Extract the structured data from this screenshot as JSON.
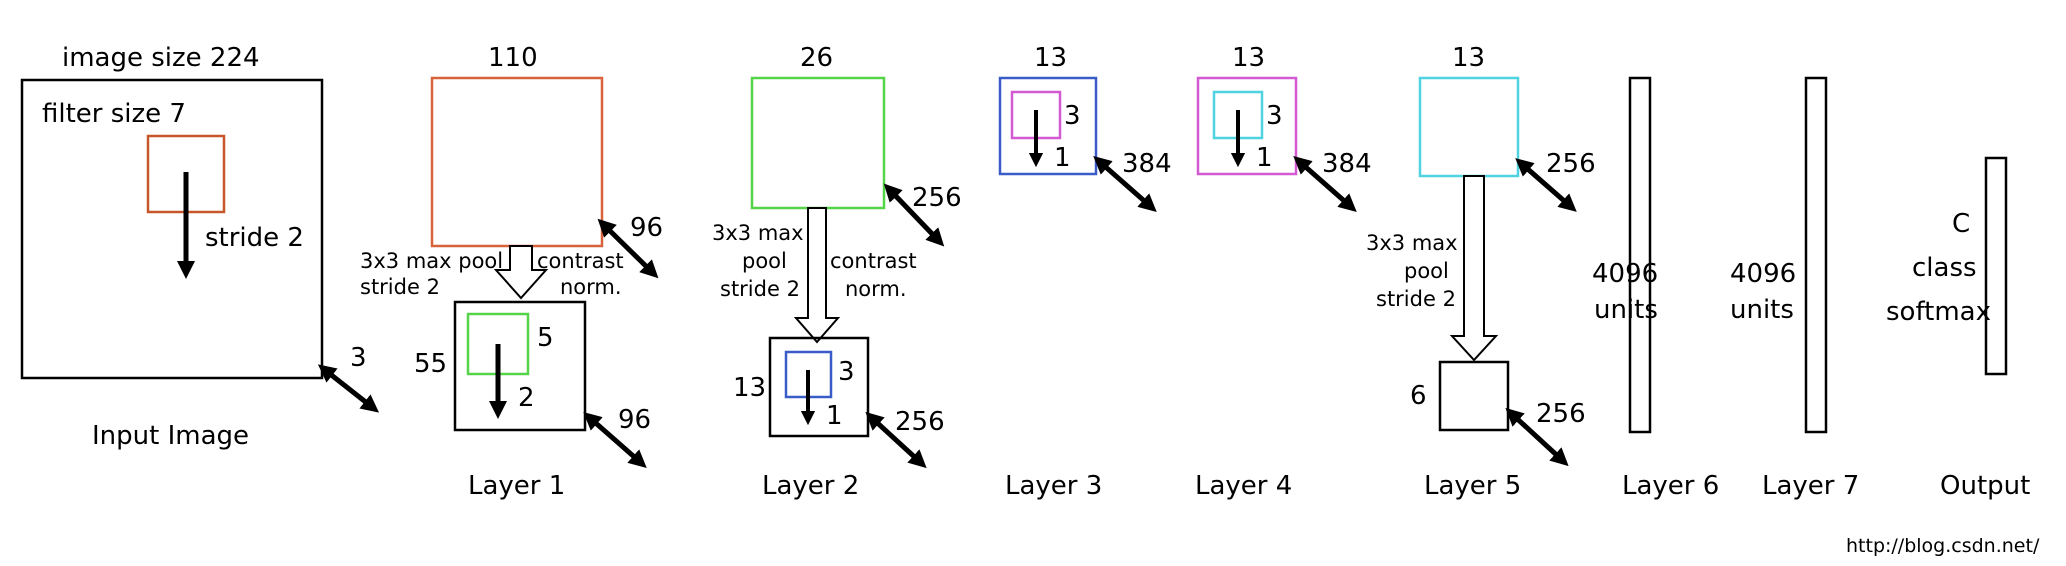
{
  "input": {
    "image_size": "image size 224",
    "filter_size": "filter size 7",
    "stride": "stride 2",
    "depth": "3",
    "caption": "Input Image",
    "filter_color": "#c8562b"
  },
  "layer1": {
    "top_size": "110",
    "depth_top": "96",
    "pool_line1": "3x3 max pool",
    "pool_line2": "stride 2",
    "norm_line1": "contrast",
    "norm_line2": "norm.",
    "bottom_size": "55",
    "filter_size": "5",
    "stride": "2",
    "depth_bottom": "96",
    "caption": "Layer 1",
    "map_color": "#d8633a",
    "filter_color": "#55d44a"
  },
  "layer2": {
    "top_size": "26",
    "depth_top": "256",
    "pool_line1": "3x3 max",
    "pool_line2": "pool",
    "pool_line3": "stride 2",
    "norm_line1": "contrast",
    "norm_line2": "norm.",
    "bottom_size": "13",
    "filter_size": "3",
    "stride": "1",
    "depth_bottom": "256",
    "caption": "Layer 2",
    "map_color": "#55d44a",
    "filter_color": "#3a5cc8"
  },
  "layer3": {
    "size": "13",
    "filter_size": "3",
    "stride": "1",
    "depth": "384",
    "caption": "Layer 3",
    "map_color": "#3a5cc8",
    "filter_color": "#d45ad4"
  },
  "layer4": {
    "size": "13",
    "filter_size": "3",
    "stride": "1",
    "depth": "384",
    "caption": "Layer 4",
    "map_color": "#d45ad4",
    "filter_color": "#4fd3e0"
  },
  "layer5": {
    "top_size": "13",
    "depth_top": "256",
    "pool_line1": "3x3 max",
    "pool_line2": "pool",
    "pool_line3": "stride 2",
    "bottom_size": "6",
    "depth_bottom": "256",
    "caption": "Layer 5",
    "map_color": "#4fd3e0"
  },
  "layer6": {
    "line1": "4096",
    "line2": "units",
    "caption": "Layer 6"
  },
  "layer7": {
    "line1": "4096",
    "line2": "units",
    "caption": "Layer 7"
  },
  "output": {
    "line1": "C",
    "line2": "class",
    "line3": "softmax",
    "caption": "Output"
  },
  "watermark": "http://blog.csdn.net/"
}
